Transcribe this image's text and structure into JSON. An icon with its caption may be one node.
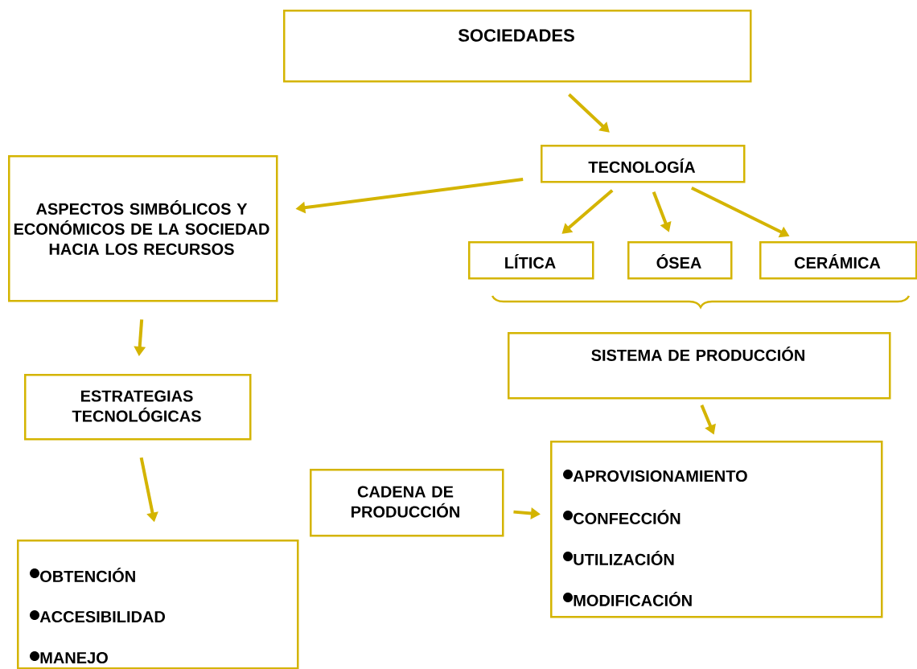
{
  "diagram": {
    "nodes": [
      {
        "text": [
          "SOCIEDADES"
        ]
      },
      {
        "text": [
          "TECNOLOGÍA"
        ]
      },
      {
        "text": [
          "ASPECTOS SIMBÓLICOS Y ECONÓMICOS DE LA SOCIEDAD HACIA LOS RECURSOS"
        ]
      },
      {
        "text": [
          "LÍTICA"
        ]
      },
      {
        "text": [
          "ÓSEA"
        ]
      },
      {
        "text": [
          "CERÁMICA"
        ]
      },
      {
        "text": [
          "SISTEMA DE PRODUCCIÓN"
        ]
      },
      {
        "text": [
          "ESTRATEGIAS TECNOLÓGICAS"
        ]
      },
      {
        "text": [
          "CADENA DE PRODUCCIÓN"
        ]
      },
      {
        "text": [
          "APROVISIONAMIENTO",
          "CONFECCIÓN",
          "UTILIZACIÓN",
          "MODIFICACIÓN"
        ]
      },
      {
        "text": [
          "OBTENCIÓN",
          "ACCESIBILIDAD",
          "MANEJO"
        ]
      }
    ],
    "edges": [
      {
        "from": 0,
        "to": 1,
        "arrow": "to"
      },
      {
        "from": 1,
        "to": 2,
        "arrow": "to"
      },
      {
        "from": 1,
        "to": 3,
        "arrow": "to"
      },
      {
        "from": 1,
        "to": 4,
        "arrow": "to"
      },
      {
        "from": 1,
        "to": 5,
        "arrow": "to"
      },
      {
        "from": 2,
        "to": 7,
        "arrow": "to"
      },
      {
        "from": 7,
        "to": 10,
        "arrow": "to"
      },
      {
        "from": 6,
        "to": 9,
        "arrow": "to"
      },
      {
        "from": 8,
        "to": 9,
        "arrow": "to"
      }
    ]
  }
}
